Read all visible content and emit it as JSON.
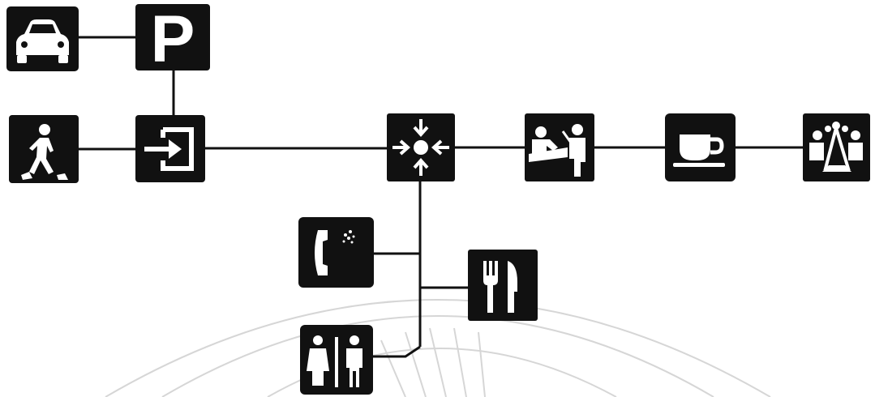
{
  "diagram": {
    "nodes": [
      {
        "id": "car",
        "icon": "car-icon"
      },
      {
        "id": "parking",
        "icon": "parking-icon",
        "text": "P"
      },
      {
        "id": "pedestrian",
        "icon": "pedestrian-icon"
      },
      {
        "id": "entrance",
        "icon": "entrance-icon"
      },
      {
        "id": "meeting_point",
        "icon": "meeting-point-icon"
      },
      {
        "id": "reception",
        "icon": "reception-desk-icon"
      },
      {
        "id": "coffee",
        "icon": "coffee-cup-icon"
      },
      {
        "id": "conference",
        "icon": "conference-room-icon"
      },
      {
        "id": "telephone",
        "icon": "telephone-icon"
      },
      {
        "id": "restaurant",
        "icon": "fork-knife-icon"
      },
      {
        "id": "toilets",
        "icon": "toilets-icon"
      }
    ],
    "edges": [
      [
        "car",
        "parking"
      ],
      [
        "parking",
        "entrance"
      ],
      [
        "pedestrian",
        "entrance"
      ],
      [
        "entrance",
        "meeting_point"
      ],
      [
        "meeting_point",
        "reception"
      ],
      [
        "reception",
        "coffee"
      ],
      [
        "coffee",
        "conference"
      ],
      [
        "meeting_point",
        "telephone"
      ],
      [
        "meeting_point",
        "restaurant"
      ],
      [
        "meeting_point",
        "toilets"
      ]
    ],
    "colors": {
      "ink": "#111111",
      "paper": "#ffffff",
      "watermark": "#d6d6d6"
    }
  }
}
